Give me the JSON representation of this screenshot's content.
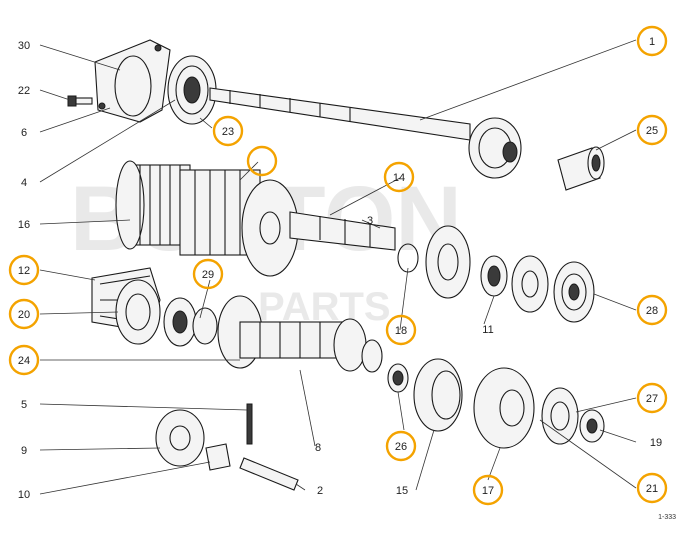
{
  "watermark": {
    "line1": "BURTON",
    "line2": "PARTS"
  },
  "reference": "1-333",
  "colors": {
    "highlight": "#f4a300",
    "ink": "#1a1a1a",
    "watermark": "#e9e9e9"
  },
  "labels": {
    "l1": "1",
    "l2": "2",
    "l3": "3",
    "l4": "4",
    "l5": "5",
    "l6": "6",
    "l8": "8",
    "l9": "9",
    "l10": "10",
    "l11": "11",
    "l12": "12",
    "l14": "14",
    "l15": "15",
    "l16": "16",
    "l17": "17",
    "l18": "18",
    "l19": "19",
    "l20": "20",
    "l21": "21",
    "l22": "22",
    "l23": "23",
    "l24": "24",
    "l25": "25",
    "l26": "26",
    "l27": "27",
    "l28": "28",
    "l29": "29",
    "l30": "30"
  }
}
